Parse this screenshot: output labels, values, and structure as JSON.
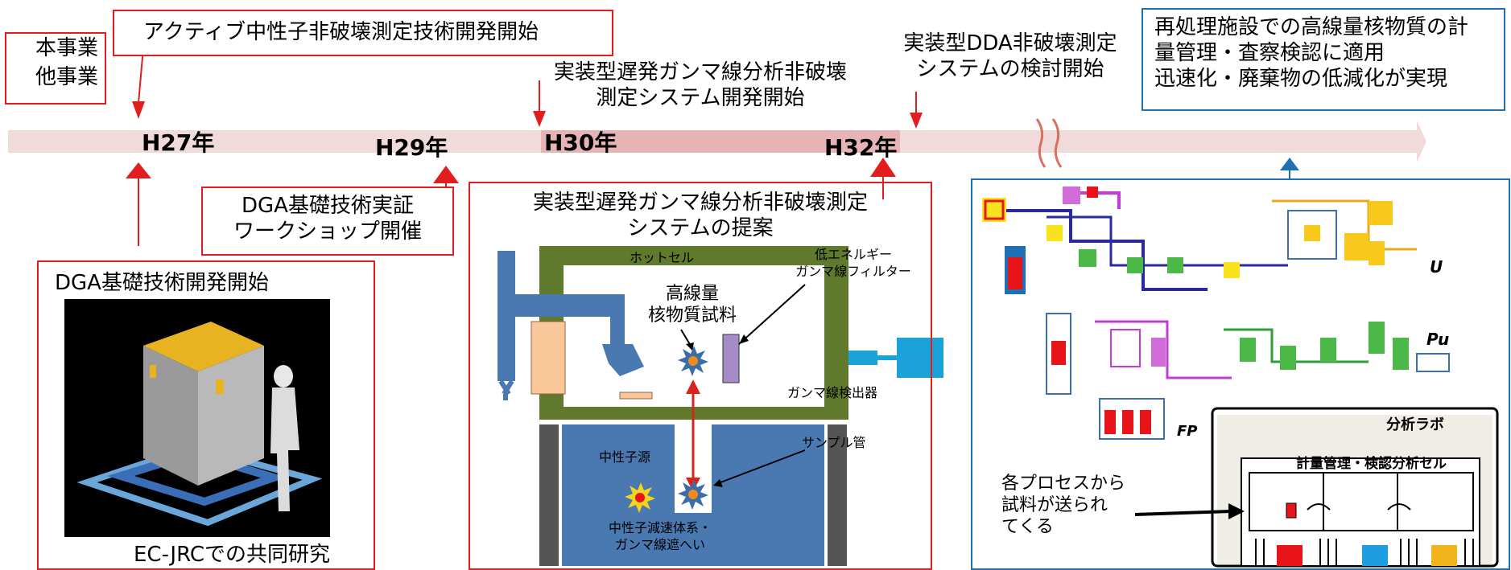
{
  "legend": {
    "own_project": "本事業",
    "other_project": "他事業",
    "own_color": "#e11d1d",
    "other_color": "#1f6fb5"
  },
  "timeline": {
    "years": [
      "H27年",
      "H29年",
      "H30年",
      "H32年"
    ]
  },
  "events_top": {
    "active_neutron": "アクティブ中性子非破壊測定技術開発開始",
    "delayed_gamma": [
      "実装型遅発ガンマ線分析非破壊",
      "測定システム開発開始"
    ],
    "dda": [
      "実装型DDA非破壊測定",
      "システムの検討開始"
    ],
    "goal": [
      "再処理施設での高線量核物質の計",
      "量管理・査察検認に適用",
      "迅速化・廃棄物の低減化が実現"
    ]
  },
  "events_bottom": {
    "dga_workshop": [
      "DGA基礎技術実証",
      "ワークショップ開催"
    ],
    "dga_start": "DGA基礎技術開発開始",
    "ec_jrc": "EC-JRCでの共同研究"
  },
  "proposal": {
    "title": [
      "実装型遅発ガンマ線分析非破壊測定",
      "システムの提案"
    ],
    "hot_cell": "ホットセル",
    "sample": [
      "高線量",
      "核物質試料"
    ],
    "filter": [
      "低エネルギー",
      "ガンマ線フィルター"
    ],
    "detector": "ガンマ線検出器",
    "sample_tube": "サンプル管",
    "neutron_source": "中性子源",
    "moderator": [
      "中性子減速体系・",
      "ガンマ線遮へい"
    ]
  },
  "plant": {
    "label_u": "U",
    "label_pu": "Pu",
    "label_fp": "FP",
    "lab": "分析ラボ",
    "cell": "計量管理・検認分析セル",
    "from_process": [
      "各プロセスから",
      "試料が送られ",
      "てくる"
    ],
    "slot_colors": [
      "#e8141a",
      "#1e9ee0",
      "#f2b41c"
    ]
  }
}
